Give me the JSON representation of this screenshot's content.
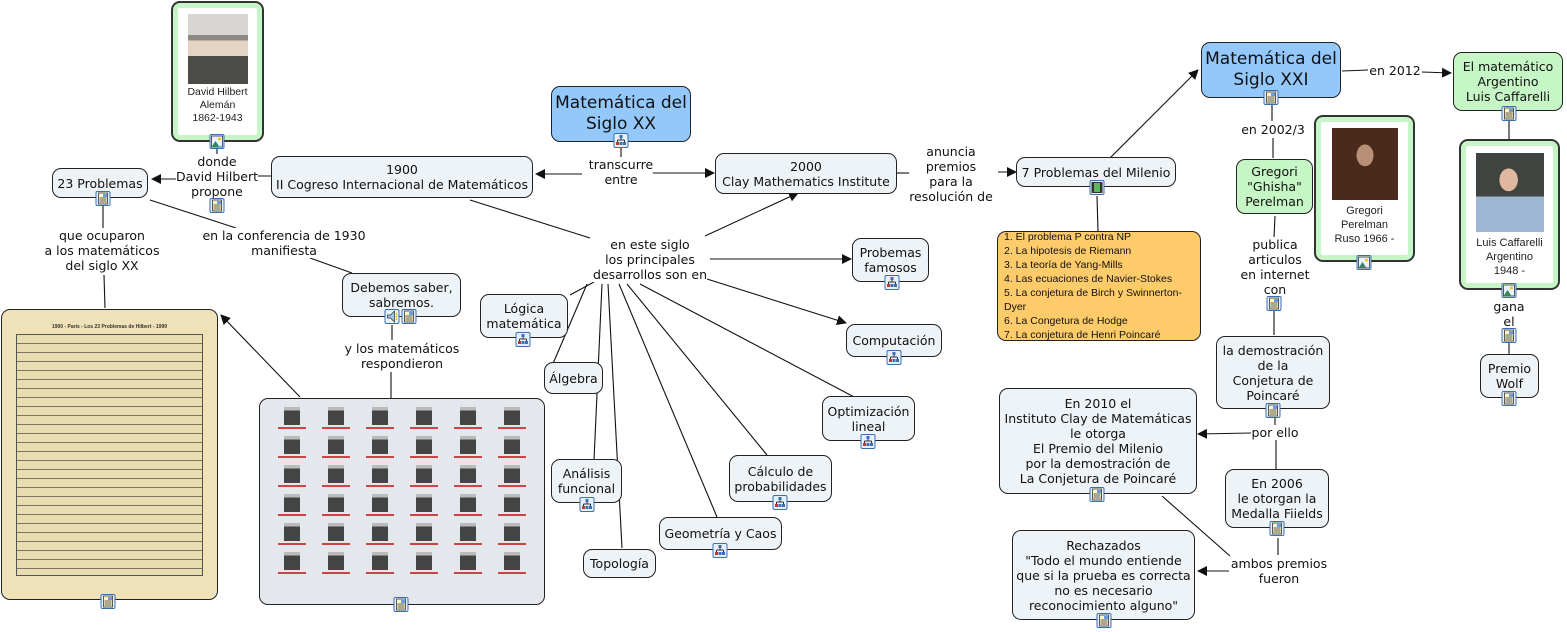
{
  "nodes": {
    "siglo_xx": "Matemática del\nSiglo XX",
    "siglo_xxi": "Matemática del\nSiglo XXI",
    "congreso_1900": "1900\nII Cogreso Internacional de Matemáticos",
    "clay_2000": "2000\nClay Mathematics Institute",
    "problemas_23": "23 Problemas",
    "debemos_saber": "Debemos saber,\nsabremos.",
    "logica": "Lógica\nmatemática",
    "algebra": "Álgebra",
    "analisis": "Análisis\nfuncional",
    "topologia": "Topología",
    "geometria": "Geometría y Caos",
    "calculo": "Cálculo de\nprobabilidades",
    "optimizacion": "Optimización\nlineal",
    "computacion": "Computación",
    "probemas_famosos": "Probemas\nfamosos",
    "siete_problemas": "7 Problemas del Milenio",
    "perelman": "Gregori\n\"Ghisha\"\nPerelman",
    "caffarelli": "El matemático\nArgentino\nLuis Caffarelli",
    "demostracion": "la demostración\nde la\nConjetura de\nPoincaré",
    "premio_2010": "En 2010 el\nInstituto Clay de Matemáticas\nle otorga\nEl Premio del Milenio\npor la demostración de\nLa Conjetura de Poincaré",
    "medalla_2006": "En 2006\nle otorgan la\nMedalla Fiields",
    "rechazados": "Rechazados\n\"Todo el mundo entiende\nque si la prueba es correcta\nno es necesario\nreconocimiento alguno\"",
    "premio_wolf": "Premio\nWolf"
  },
  "millennium_problems": [
    "1. El problema P contra NP",
    "2. La hipotesis de Riemann",
    "3. La teoría de Yang-Mills",
    "4. Las ecuaciones de Navier-Stokes",
    "5. La conjetura de Birch y Swinnerton-Dyer",
    "6. La Congetura de Hodge",
    "7. La conjetura de Henri Poincaré"
  ],
  "image_cards": {
    "hilbert": "David Hilbert\nAlemán\n1862-1943",
    "perelman": "Gregori\nPerelman\nRuso 1966 -",
    "caffarelli": "Luis Caffarelli\nArgentino\n1948 -"
  },
  "documents": {
    "hilbert_table_title": "1900 - Paris - Los 23 Problemas de Hilbert - 1999"
  },
  "links": {
    "donde": "donde\nDavid Hilbert\npropone",
    "transcurre": "transcurre\nentre",
    "anuncia": "anuncia\npremios\npara la\nresolución de",
    "que_ocuparon": "que ocuparon\na los matemáticos\ndel siglo XX",
    "conferencia": "en la conferencia de 1930\nmanifiesta",
    "respondieron": "y los matemáticos\nrespondieron",
    "desarrollos": "en este siglo\nlos principales\ndesarrollos son en",
    "en_2012": "en 2012",
    "en_2002": "en 2002/3",
    "publica": "publica\narticulos\nen internet\ncon",
    "gana": "gana\nel",
    "por_ello": "por ello",
    "ambos": "ambos premios\nfueron"
  },
  "colors": {
    "main_concept": "#94c8fb",
    "concept": "#edf3f6",
    "person": "#c6f6c6",
    "list": "#fecb6a",
    "line": "#111111"
  }
}
